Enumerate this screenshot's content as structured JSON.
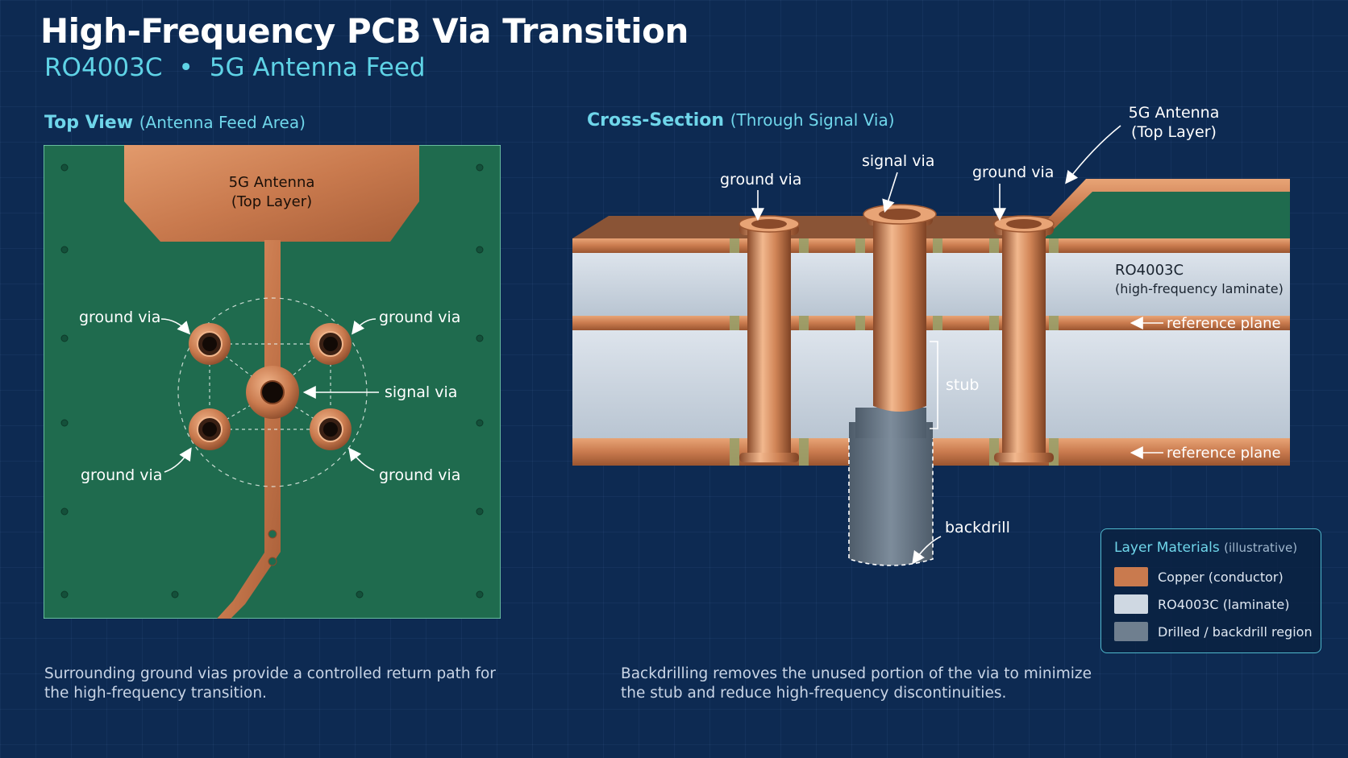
{
  "title": "High-Frequency PCB Via Transition",
  "subtitle": {
    "material": "RO4003C",
    "separator": "•",
    "application": "5G Antenna Feed"
  },
  "top_view": {
    "heading": "Top View",
    "heading_sub": "(Antenna Feed Area)",
    "antenna_label_line1": "5G Antenna",
    "antenna_label_line2": "(Top Layer)",
    "ground_via_label": "ground via",
    "signal_via_label": "signal via",
    "caption": "Surrounding ground vias provide a controlled return path for the high-frequency transition."
  },
  "cross_section": {
    "heading": "Cross-Section",
    "heading_sub": "(Through Signal Via)",
    "ground_via_label": "ground via",
    "signal_via_label": "signal via",
    "antenna_label_line1": "5G Antenna",
    "antenna_label_line2": "(Top Layer)",
    "laminate_label_line1": "RO4003C",
    "laminate_label_line2": "(high-frequency laminate)",
    "reference_plane_label": "reference plane",
    "stub_label": "stub",
    "backdrill_label": "backdrill",
    "caption": "Backdrilling removes the unused portion of the via to minimize the stub and reduce high-frequency discontinuities."
  },
  "legend": {
    "title": "Layer Materials",
    "title_sub": "(illustrative)",
    "items": [
      {
        "label": "Copper (conductor)",
        "color": "#c97a4e"
      },
      {
        "label": "RO4003C (laminate)",
        "color": "#cfd8e2"
      },
      {
        "label": "Drilled / backdrill region",
        "color": "#6f7f8f"
      }
    ]
  },
  "colors": {
    "background": "#0d2a52",
    "accent": "#5fd3e6",
    "copper": "#c97a4e",
    "board_green": "#1f6b4e",
    "laminate": "#cfd8e2",
    "backdrill": "#6f7f8f"
  }
}
